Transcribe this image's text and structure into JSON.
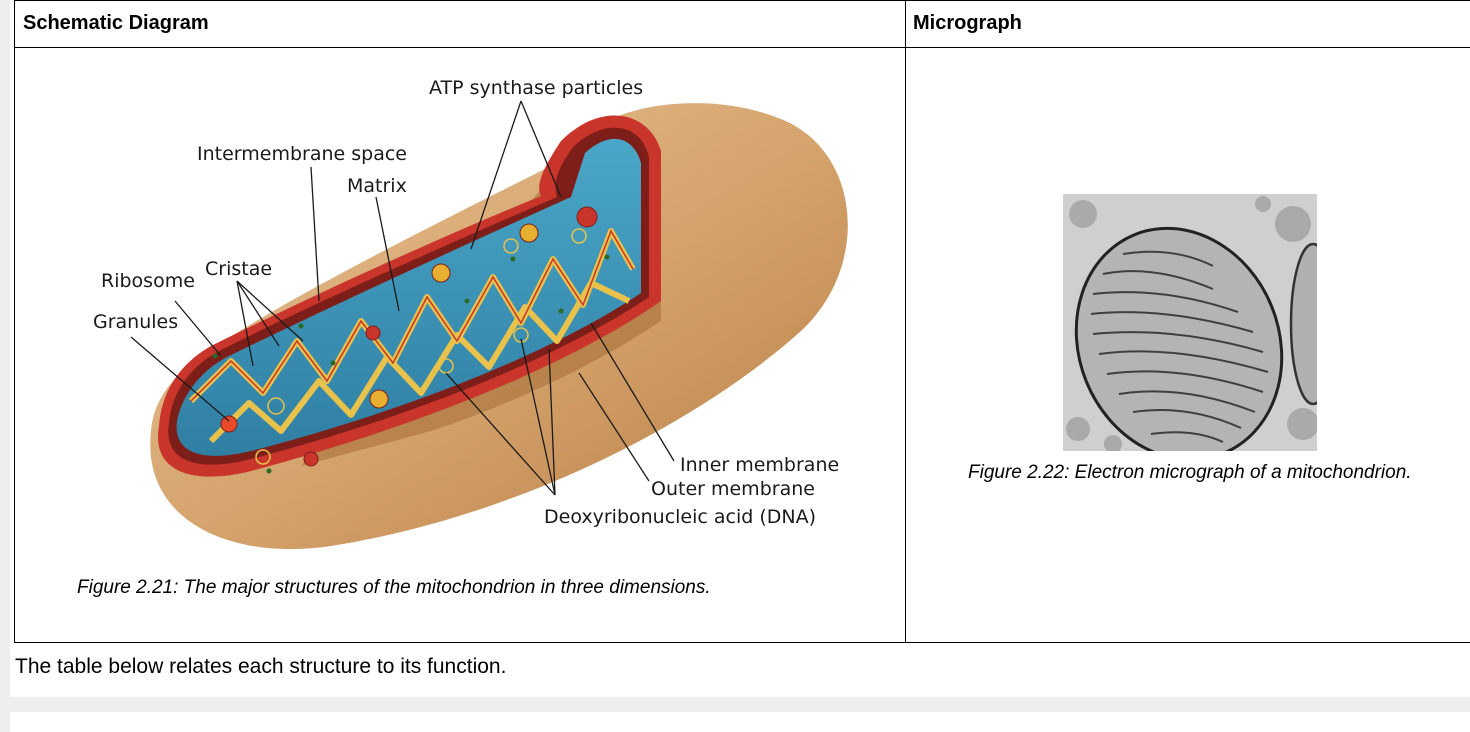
{
  "table": {
    "header_left": "Schematic Diagram",
    "header_right": "Micrograph"
  },
  "diagram": {
    "labels": {
      "atp_synthase": "ATP synthase particles",
      "intermembrane_space": "Intermembrane space",
      "matrix": "Matrix",
      "cristae": "Cristae",
      "ribosome": "Ribosome",
      "granules": "Granules",
      "inner_membrane": "Inner membrane",
      "outer_membrane": "Outer membrane",
      "dna": "Deoxyribonucleic acid (DNA)"
    },
    "caption": "Figure 2.21: The major structures of the mitochondrion in three dimensions."
  },
  "micrograph": {
    "caption": "Figure 2.22: Electron micrograph of a mitochondrion."
  },
  "body_text": "The table below relates each structure to its function."
}
